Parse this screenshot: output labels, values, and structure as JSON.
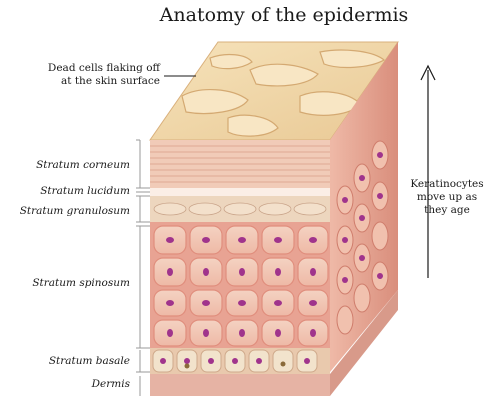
{
  "title": "Anatomy of the epidermis",
  "annotations": {
    "surface_note_line1": "Dead cells flaking off",
    "surface_note_line2": "at the skin surface",
    "keratinocytes_line1": "Keratinocytes",
    "keratinocytes_line2": "move up as",
    "keratinocytes_line3": "they age"
  },
  "layers": [
    {
      "id": "corneum",
      "label": "Stratum corneum"
    },
    {
      "id": "lucidum",
      "label": "Stratum lucidum"
    },
    {
      "id": "granulosum",
      "label": "Stratum granulosum"
    },
    {
      "id": "spinosum",
      "label": "Stratum spinosum"
    },
    {
      "id": "basale",
      "label": "Stratum basale"
    },
    {
      "id": "dermis",
      "label": "Dermis"
    }
  ],
  "colors": {
    "surface": "#f3dcae",
    "corneum": "#f1c9b4",
    "cell": "#f6c7b3",
    "cell_border": "#e59a8a",
    "nucleus": "#a0348c",
    "basale": "#efe0c8",
    "dermis": "#e7b6a8",
    "guide_line": "#9a9a9a"
  }
}
